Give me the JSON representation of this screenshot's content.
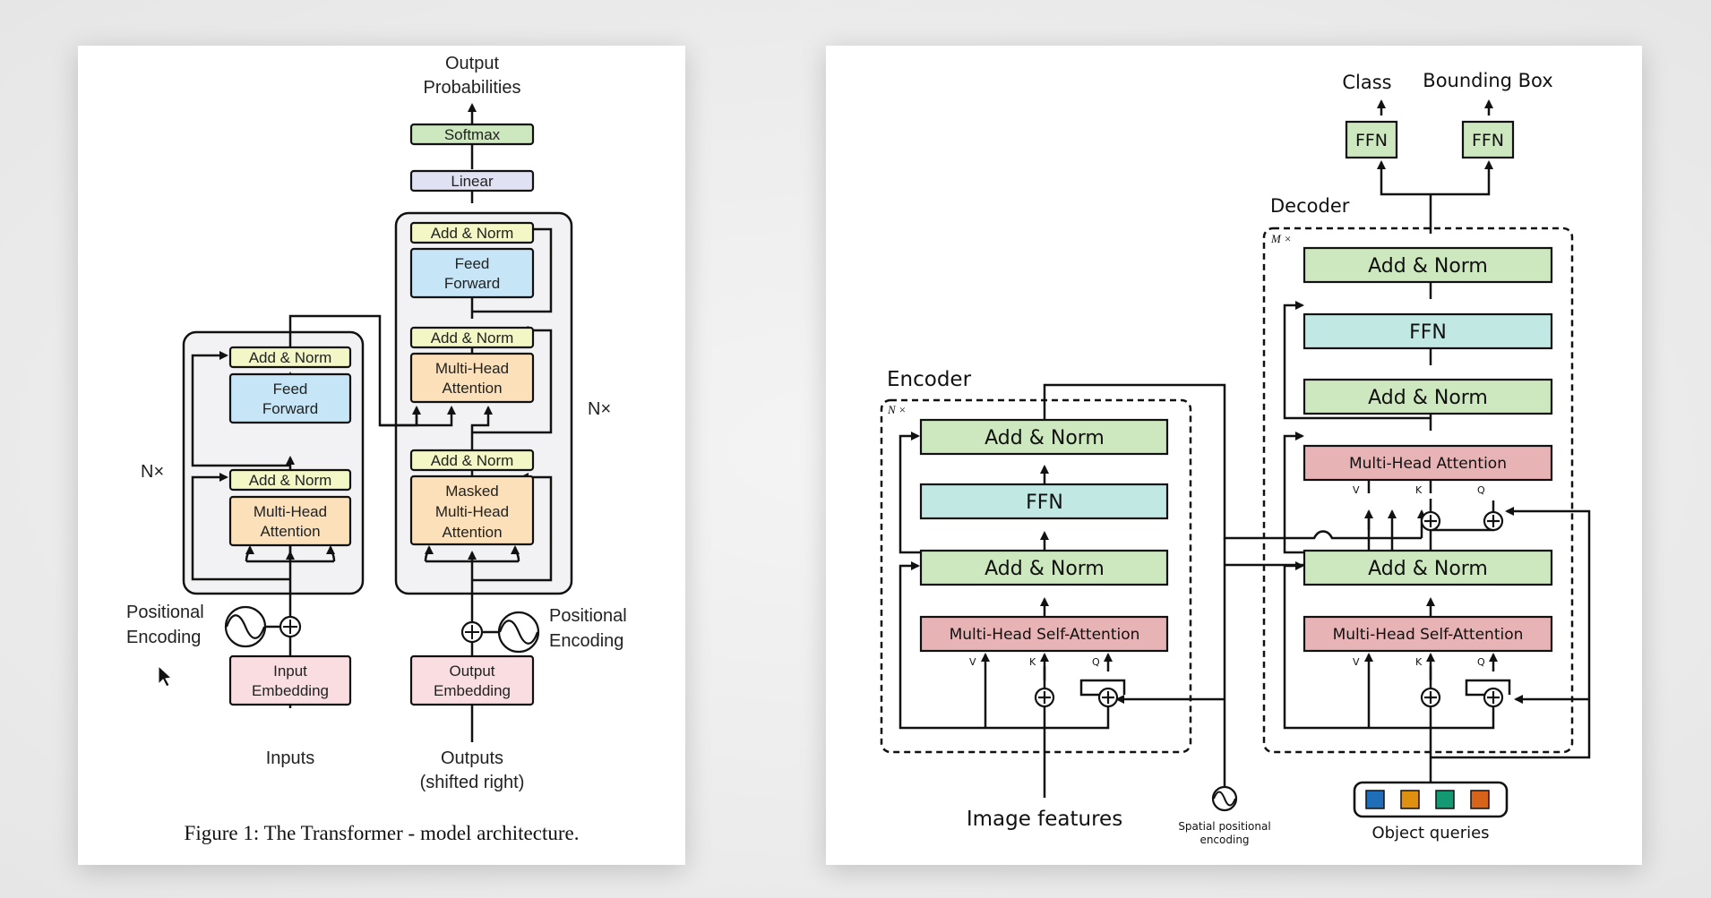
{
  "left_figure": {
    "caption": "Figure 1: The Transformer - model architecture.",
    "output_label": [
      "Output",
      "Probabilities"
    ],
    "softmax": "Softmax",
    "linear": "Linear",
    "add_norm": "Add & Norm",
    "feed_forward": [
      "Feed",
      "Forward"
    ],
    "multi_head_attention": [
      "Multi-Head",
      "Attention"
    ],
    "masked_attention": [
      "Masked",
      "Multi-Head",
      "Attention"
    ],
    "nx": "N×",
    "positional_encoding": [
      "Positional",
      "Encoding"
    ],
    "input_embedding": [
      "Input",
      "Embedding"
    ],
    "output_embedding": [
      "Output",
      "Embedding"
    ],
    "inputs": "Inputs",
    "outputs": [
      "Outputs",
      "(shifted right)"
    ]
  },
  "right_figure": {
    "class_label": "Class",
    "bbox_label": "Bounding Box",
    "ffn": "FFN",
    "decoder_label": "Decoder",
    "encoder_label": "Encoder",
    "mx": "M ×",
    "nx": "N ×",
    "add_norm": "Add & Norm",
    "mhsa": "Multi-Head Self-Attention",
    "mha": "Multi-Head Attention",
    "v": "V",
    "k": "K",
    "q": "Q",
    "image_features": "Image features",
    "spatial_pe": [
      "Spatial positional",
      "encoding"
    ],
    "object_queries": "Object queries",
    "query_colors": [
      "#1f6fb8",
      "#e0900f",
      "#149a73",
      "#d8641a"
    ]
  },
  "colors": {
    "yellow": "#f3f7c5",
    "blue": "#c6e6f7",
    "orange": "#fbe0b9",
    "pink": "#f9dde1",
    "purple": "#e0e2f3",
    "green": "#cde7bf",
    "mint": "#c2e8e4",
    "red": "#e8b3b5",
    "ffn_top": "#cde7bf",
    "block_bg": "#f2f2f4"
  }
}
